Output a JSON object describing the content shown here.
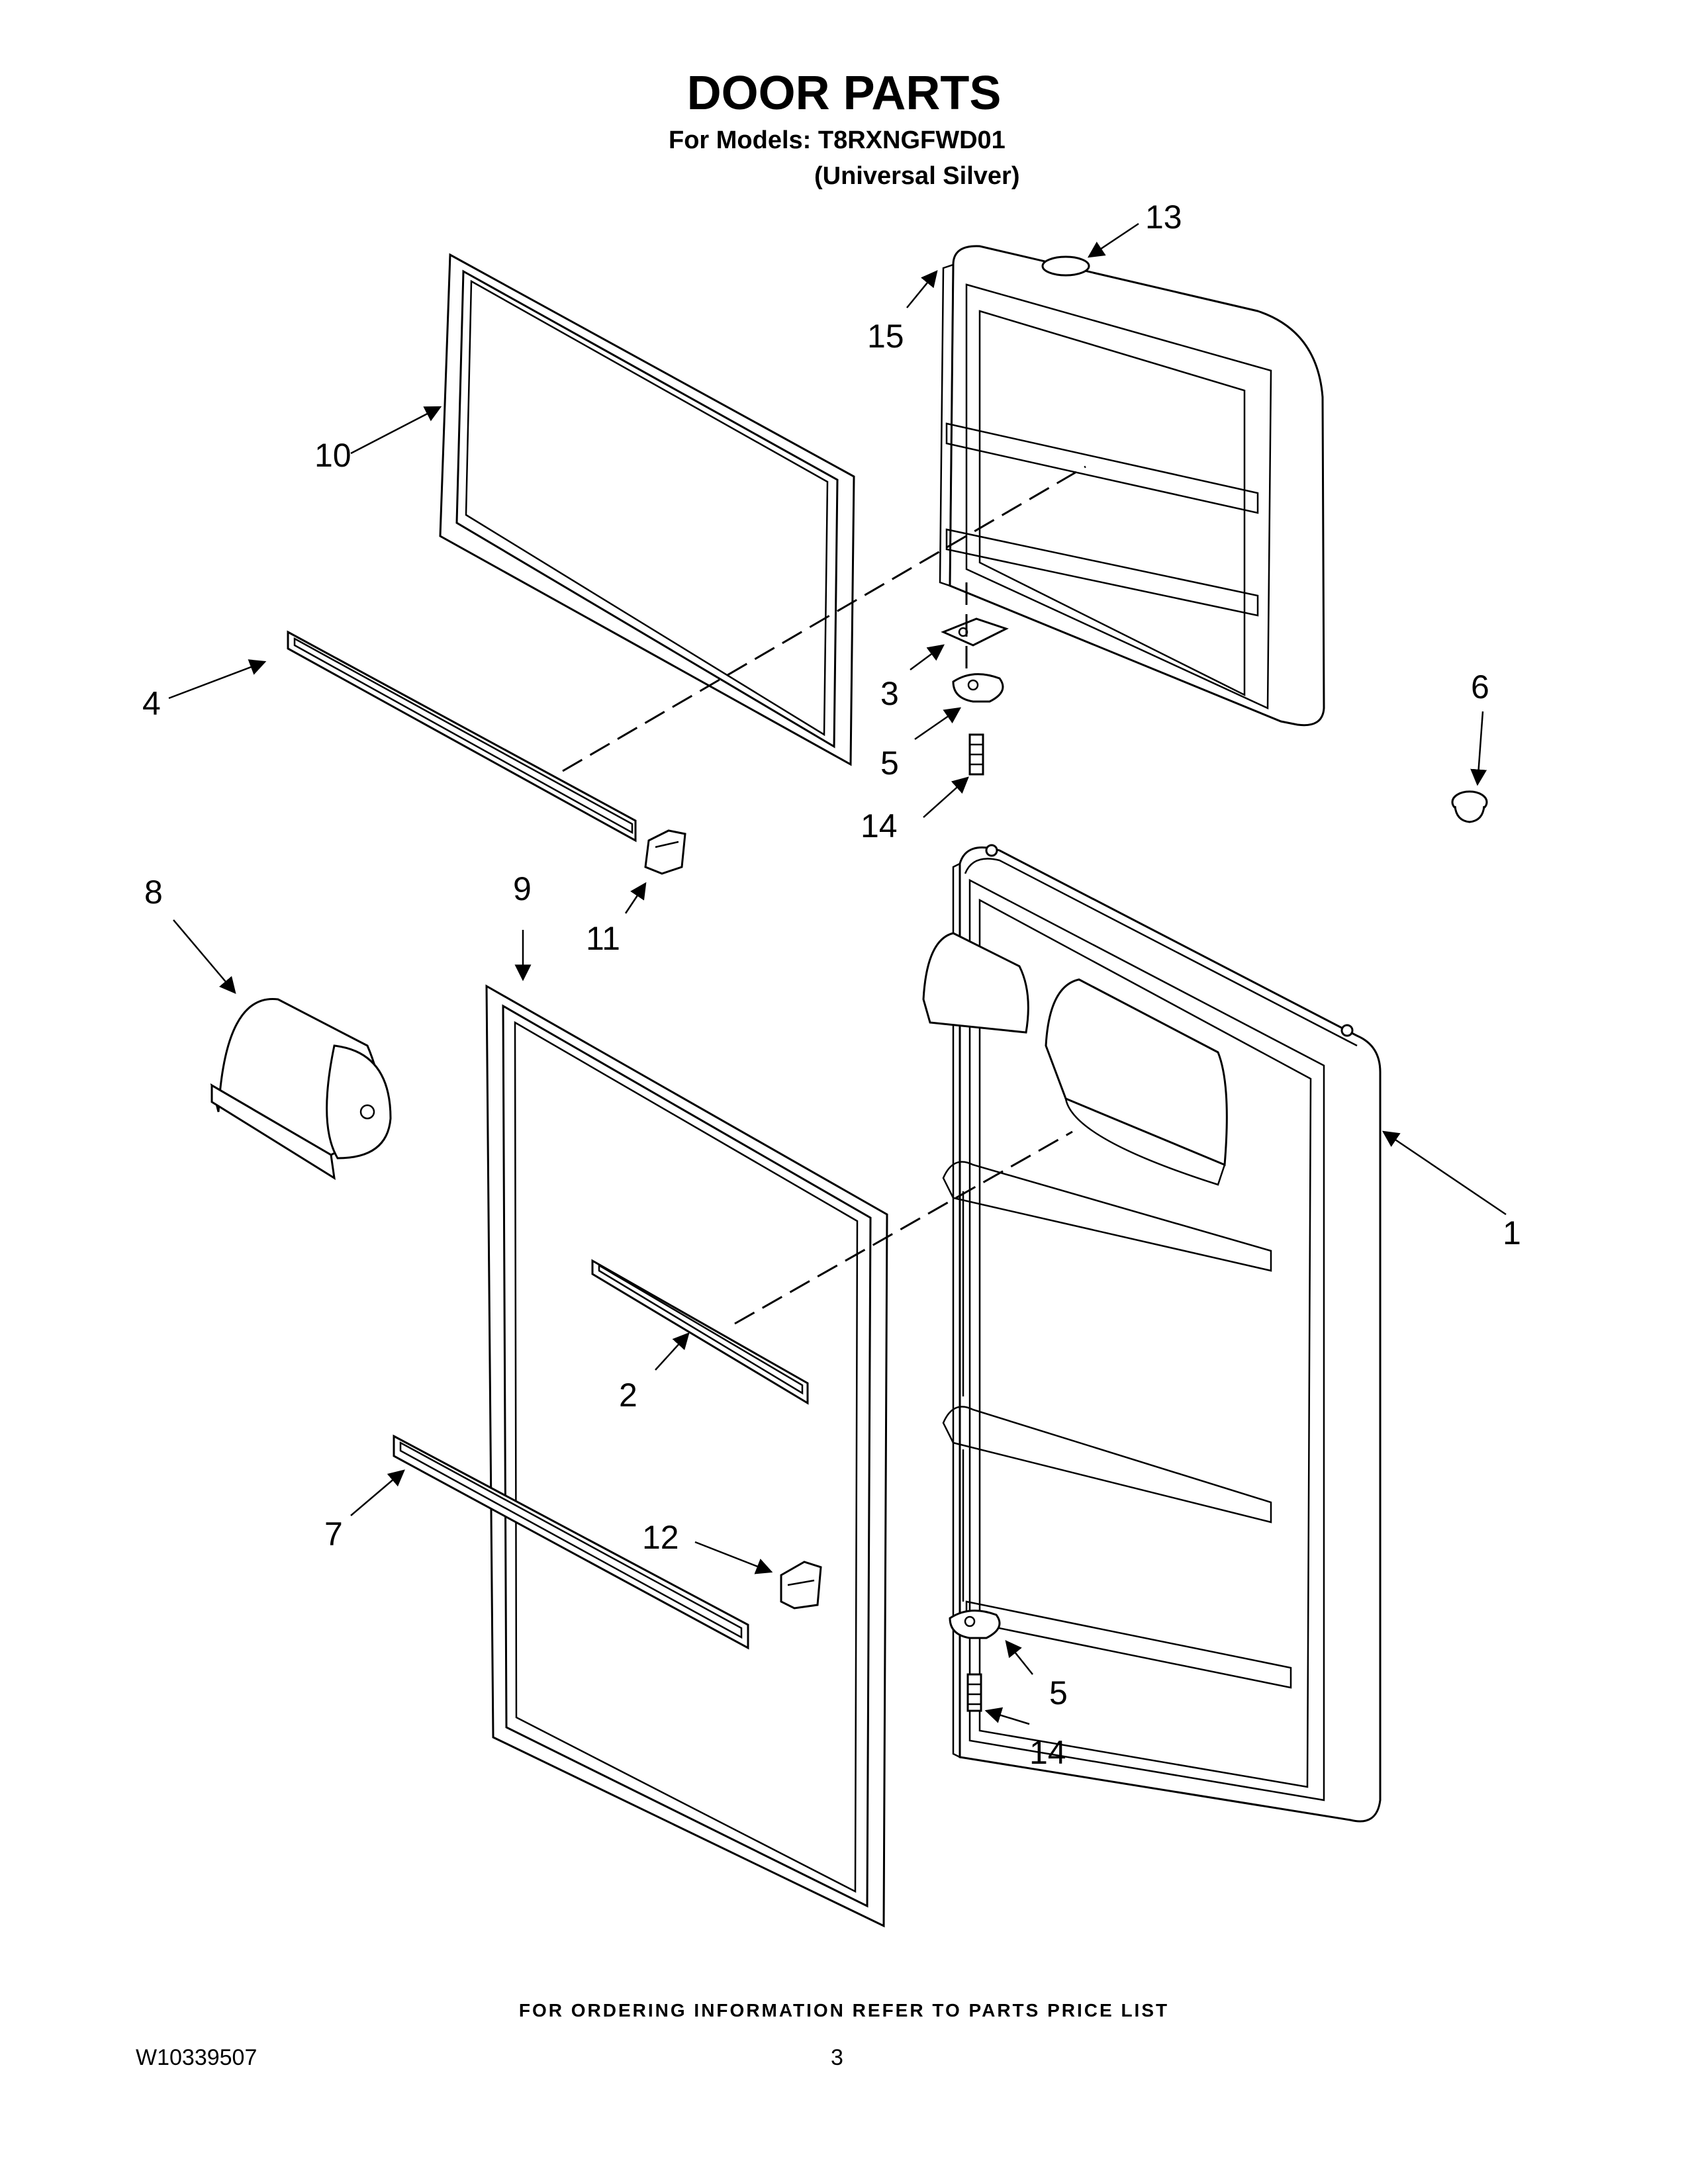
{
  "header": {
    "title": "DOOR PARTS",
    "models_line1": "For Models: T8RXNGFWD01",
    "models_line2": "(Universal Silver)"
  },
  "callouts": [
    "1",
    "2",
    "3",
    "4",
    "5",
    "6",
    "7",
    "8",
    "9",
    "10",
    "11",
    "12",
    "13",
    "14",
    "15",
    "5",
    "14"
  ],
  "footer": {
    "ordering_note": "FOR ORDERING INFORMATION REFER TO PARTS PRICE LIST",
    "doc_number": "W10339507",
    "page_number": "3"
  }
}
